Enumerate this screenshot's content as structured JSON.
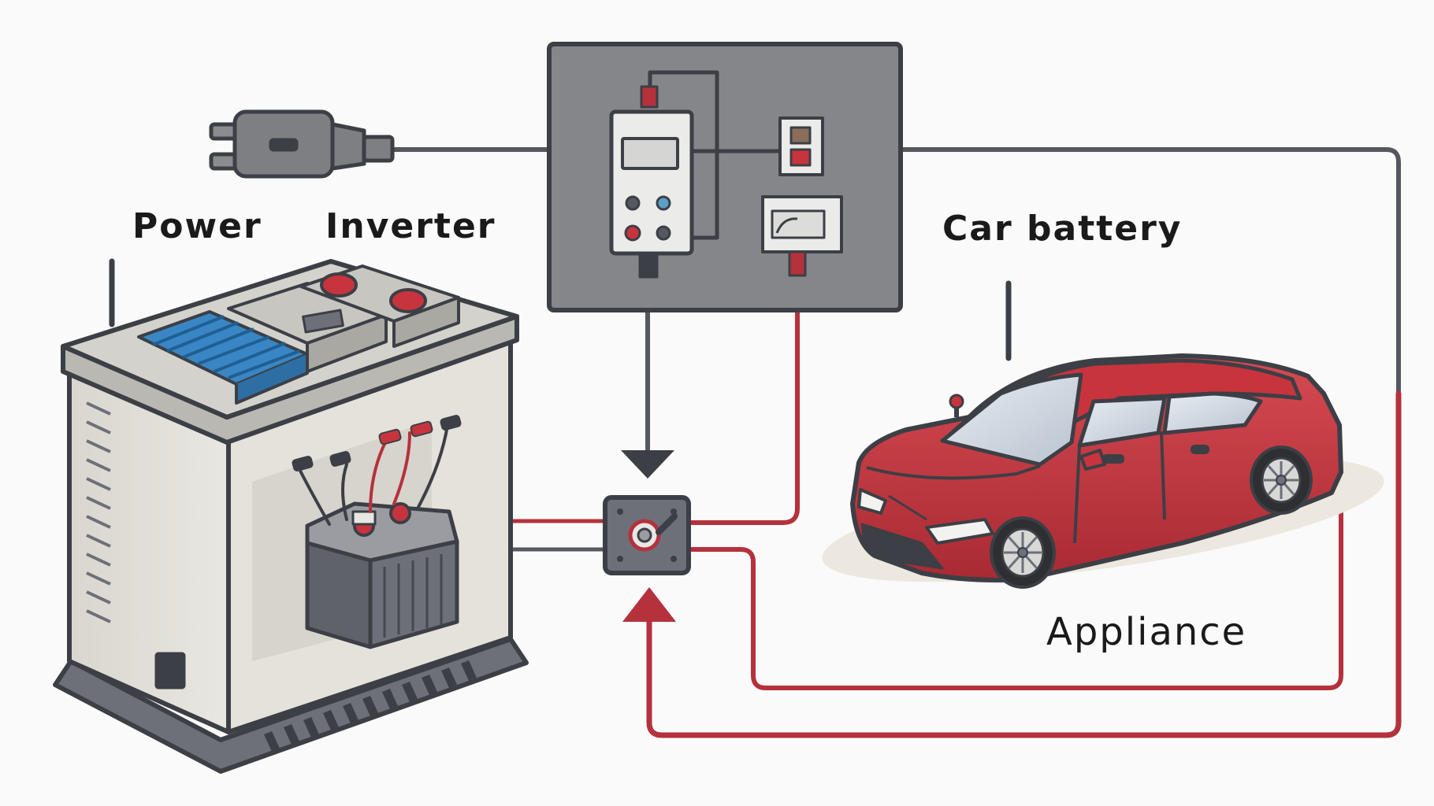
{
  "labels": {
    "power": "Power",
    "inverter": "Inverter",
    "car_battery": "Car battery",
    "appliance": "Appliance"
  },
  "colors": {
    "background": "#fafafa",
    "outline": "#3c3f45",
    "panel": "#858689",
    "wire_dark": "#55585e",
    "wire_red": "#b5313c",
    "car_red": "#c8343d",
    "heatsink_blue": "#3a86c4",
    "battery_gray": "#6d7078"
  },
  "icons": [
    "plug-icon",
    "control-panel-icon",
    "meter-icon",
    "inverter-unit-icon",
    "car-battery-icon",
    "connector-block-icon",
    "car-icon",
    "arrow-down-icon",
    "arrow-up-icon"
  ]
}
